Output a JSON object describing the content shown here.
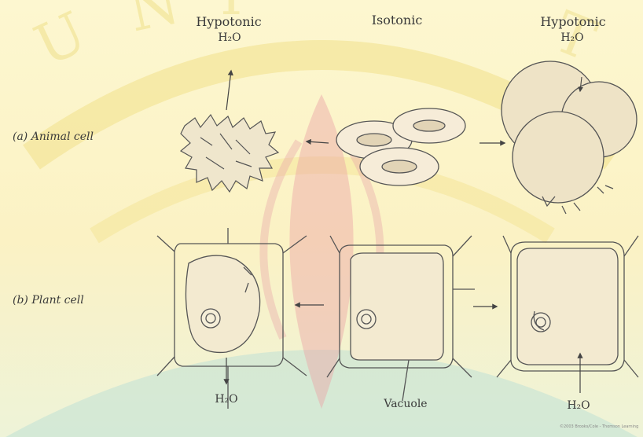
{
  "headers": {
    "left": "Hypotonic",
    "middle": "Isotonic",
    "right": "Hypotonic"
  },
  "water": {
    "top_left": "H₂O",
    "top_right": "H₂O",
    "bottom_left": "H₂O",
    "bottom_right": "H₂O"
  },
  "rows": {
    "animal": "(a) Animal cell",
    "plant": "(b) Plant cell"
  },
  "labels": {
    "vacuole": "Vacuole"
  },
  "credit": "©2003 Brooks/Cole - Thomson Learning",
  "colors": {
    "background": "#fdf6cf",
    "watermark_yellow": "#f4e79a",
    "watermark_red": "#e7a2a6",
    "watermark_teal": "#b7dcd5",
    "ink": "#4a4a4a",
    "rbc_fill": "#f6ecd8"
  }
}
